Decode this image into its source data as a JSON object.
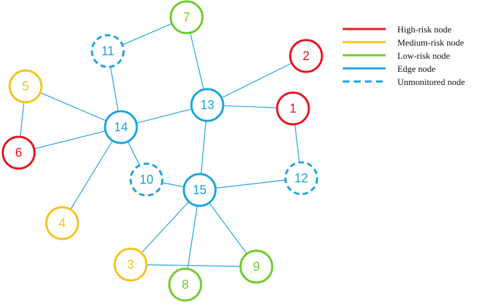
{
  "colors": {
    "high": "#e8141c",
    "medium": "#f6c21c",
    "low": "#6ccc2a",
    "edge": "#1aa3e0",
    "unmonitored": "#1aa3e0"
  },
  "legend": [
    {
      "key": "high",
      "label": "High-risk node"
    },
    {
      "key": "medium",
      "label": "Medium-risk node"
    },
    {
      "key": "low",
      "label": "Low-risk node"
    },
    {
      "key": "edge",
      "label": "Edge node"
    },
    {
      "key": "unmonitored",
      "label": "Unmonitored node"
    }
  ],
  "nodes": [
    {
      "id": "1",
      "label": "1",
      "type": "high"
    },
    {
      "id": "2",
      "label": "2",
      "type": "high"
    },
    {
      "id": "3",
      "label": "3",
      "type": "medium"
    },
    {
      "id": "4",
      "label": "4",
      "type": "medium"
    },
    {
      "id": "5",
      "label": "5",
      "type": "medium"
    },
    {
      "id": "6",
      "label": "6",
      "type": "high"
    },
    {
      "id": "7",
      "label": "7",
      "type": "low"
    },
    {
      "id": "8",
      "label": "8",
      "type": "low"
    },
    {
      "id": "9",
      "label": "9",
      "type": "low"
    },
    {
      "id": "10",
      "label": "10",
      "type": "unmonitored"
    },
    {
      "id": "11",
      "label": "11",
      "type": "unmonitored"
    },
    {
      "id": "12",
      "label": "12",
      "type": "unmonitored"
    },
    {
      "id": "13",
      "label": "13",
      "type": "edge"
    },
    {
      "id": "14",
      "label": "14",
      "type": "edge"
    },
    {
      "id": "15",
      "label": "15",
      "type": "edge"
    }
  ],
  "edges": [
    [
      "7",
      "11"
    ],
    [
      "7",
      "13"
    ],
    [
      "2",
      "13"
    ],
    [
      "13",
      "1"
    ],
    [
      "13",
      "14"
    ],
    [
      "13",
      "15"
    ],
    [
      "11",
      "14"
    ],
    [
      "5",
      "14"
    ],
    [
      "5",
      "6"
    ],
    [
      "6",
      "14"
    ],
    [
      "14",
      "10"
    ],
    [
      "14",
      "4"
    ],
    [
      "10",
      "15"
    ],
    [
      "15",
      "12"
    ],
    [
      "12",
      "1"
    ],
    [
      "15",
      "3"
    ],
    [
      "15",
      "8"
    ],
    [
      "15",
      "9"
    ],
    [
      "3",
      "9"
    ]
  ]
}
